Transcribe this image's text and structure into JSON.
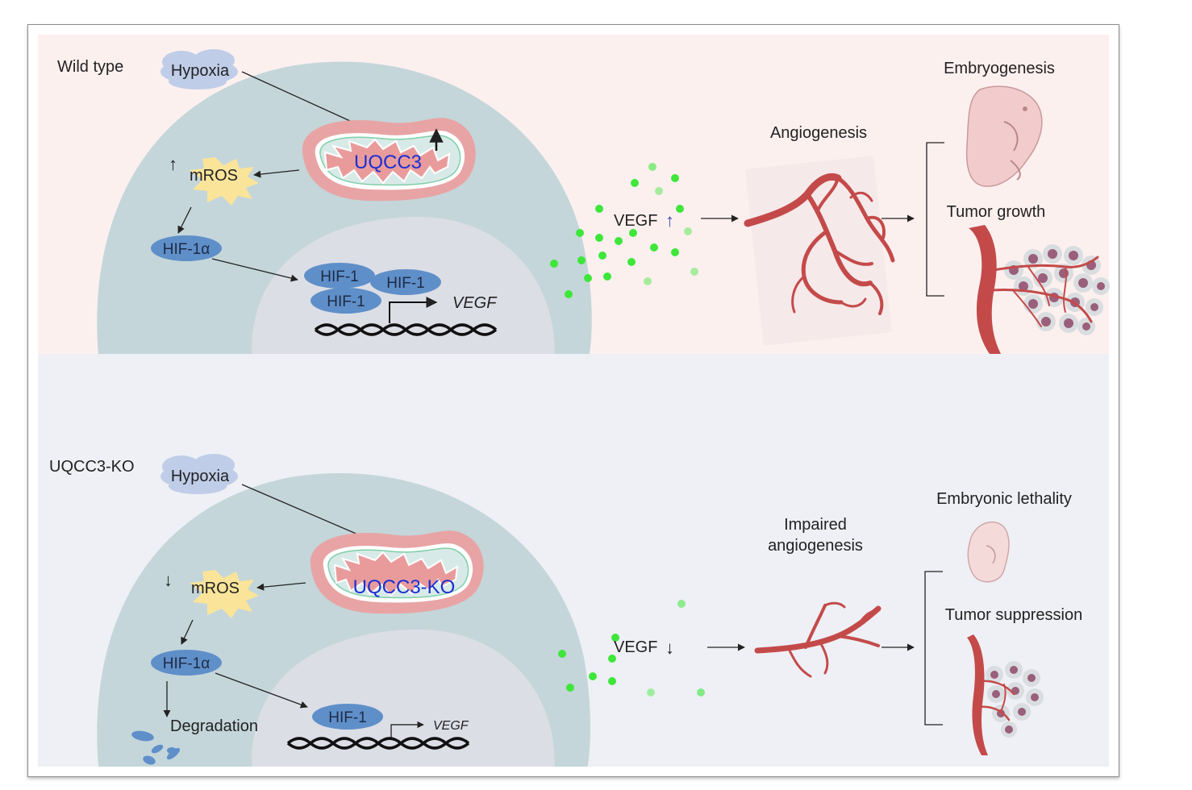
{
  "top_panel": {
    "condition_label": "Wild type",
    "stimulus": "Hypoxia",
    "mito_label": "UQCC3",
    "mros_arrow": "↑",
    "mros": "mROS",
    "hif1a": "HIF-1α",
    "hif1_labels": [
      "HIF-1",
      "HIF-1",
      "HIF-1"
    ],
    "gene": "VEGF",
    "vegf": "VEGF",
    "vegf_arrow": "↑",
    "process": "Angiogenesis",
    "outcome_1": "Embryogenesis",
    "outcome_2": "Tumor growth"
  },
  "bottom_panel": {
    "condition_label": "UQCC3-KO",
    "stimulus": "Hypoxia",
    "mito_label": "UQCC3-KO",
    "mros_arrow": "↓",
    "mros": "mROS",
    "hif1a": "HIF-1α",
    "degradation": "Degradation",
    "hif1_label": "HIF-1",
    "gene": "VEGF",
    "vegf": "VEGF",
    "vegf_arrow": "↓",
    "process_line1": "Impaired",
    "process_line2": "angiogenesis",
    "outcome_1": "Embryonic lethality",
    "outcome_2": "Tumor suppression"
  },
  "colors": {
    "top_bg": "#fcf0ef",
    "bottom_bg": "#eef0f5",
    "cell": "#c4d6da",
    "nucleus": "#dcdee6",
    "mito_outer": "#e8a4a4",
    "mito_matrix": "#d8eae8",
    "mito_cristae": "#e99b9b",
    "hif_blue": "#5f8fc9",
    "mros_yellow": "#fae49a",
    "cloud": "#bfcde8",
    "vegf_green": "#3ee63a",
    "vessel_red": "#c44a4a",
    "mito_text": "#1a2fd4"
  }
}
